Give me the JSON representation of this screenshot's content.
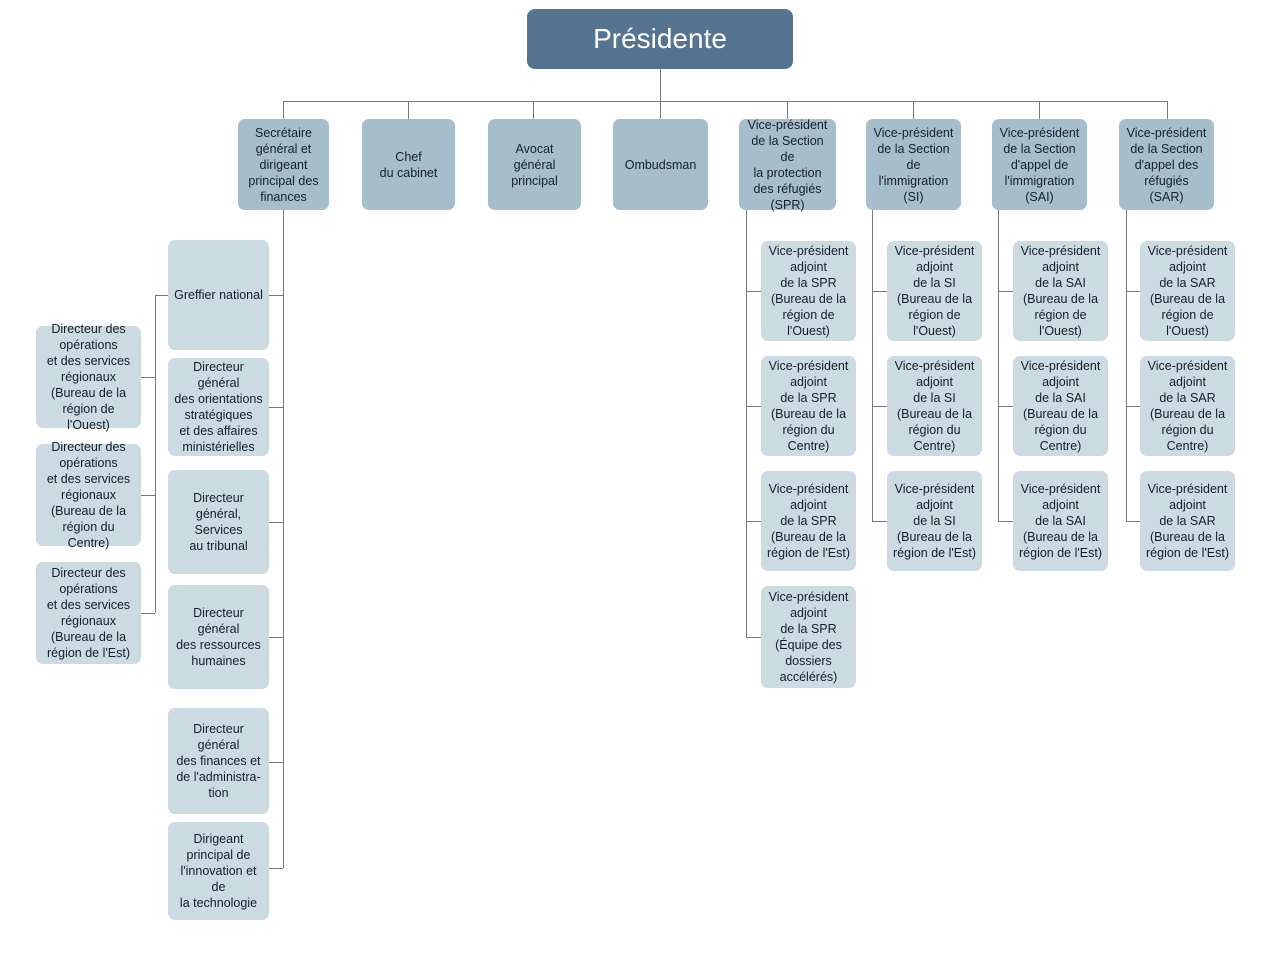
{
  "chart_meta": {
    "type": "organization-chart",
    "language": "fr",
    "title": "Présidente",
    "colors": {
      "root_box": "#547492",
      "executive_box": "#a6bdcb",
      "sub_box": "#ccdae2",
      "connector": "#74797c",
      "root_text": "#ffffff",
      "body_text": "#16202a",
      "background": "#ffffff"
    }
  },
  "root": {
    "label": "Présidente"
  },
  "executives": [
    {
      "id": "sg",
      "label": "Secrétaire\ngénéral et\ndirigeant\nprincipal des\nfinances"
    },
    {
      "id": "chef",
      "label": "Chef\ndu cabinet"
    },
    {
      "id": "avocat",
      "label": "Avocat\ngénéral\nprincipal"
    },
    {
      "id": "ombudsman",
      "label": "Ombudsman"
    },
    {
      "id": "vp-spr",
      "label": "Vice-président\nde la Section de\nla protection\ndes réfugiés\n(SPR)"
    },
    {
      "id": "vp-si",
      "label": "Vice-président\nde la Section\nde l'immigration\n(SI)"
    },
    {
      "id": "vp-sai",
      "label": "Vice-président\nde la Section\nd'appel de\nl'immigration\n(SAI)"
    },
    {
      "id": "vp-sar",
      "label": "Vice-président\nde la Section\nd'appel des\nréfugiés\n(SAR)"
    }
  ],
  "secretariat_directorates": [
    {
      "id": "greffier",
      "label": "Greffier national"
    },
    {
      "id": "dg-orient",
      "label": "Directeur général\ndes orientations\nstratégiques\net des affaires\nministérielles"
    },
    {
      "id": "dg-tribunal",
      "label": "Directeur général,\nServices\nau tribunal"
    },
    {
      "id": "dg-rh",
      "label": "Directeur général\ndes ressources\nhumaines"
    },
    {
      "id": "dg-fin",
      "label": "Directeur général\ndes finances et\nde l'administra-\ntion"
    },
    {
      "id": "dpi-tech",
      "label": "Dirigeant\nprincipal de\nl'innovation et de\nla technologie"
    }
  ],
  "regional_operations": [
    {
      "id": "dops-ouest",
      "label": "Directeur des\nopérations\net des services\nrégionaux\n(Bureau de la\nrégion de l'Ouest)"
    },
    {
      "id": "dops-centre",
      "label": "Directeur des\nopérations\net des services\nrégionaux\n(Bureau de la\nrégion du Centre)"
    },
    {
      "id": "dops-est",
      "label": "Directeur des\nopérations\net des services\nrégionaux\n(Bureau de la\nrégion de l'Est)"
    }
  ],
  "spr_deputies": [
    {
      "id": "spr-ouest",
      "label": "Vice-président\nadjoint\nde la SPR\n(Bureau de la\nrégion de l'Ouest)"
    },
    {
      "id": "spr-centre",
      "label": "Vice-président\nadjoint\nde la SPR\n(Bureau de la\nrégion du Centre)"
    },
    {
      "id": "spr-est",
      "label": "Vice-président\nadjoint\nde la SPR\n(Bureau de la\nrégion de l'Est)"
    },
    {
      "id": "spr-accel",
      "label": "Vice-président\nadjoint\nde la SPR\n(Équipe des\ndossiers\naccélérés)"
    }
  ],
  "si_deputies": [
    {
      "id": "si-ouest",
      "label": "Vice-président\nadjoint\nde la SI\n(Bureau de la\nrégion de l'Ouest)"
    },
    {
      "id": "si-centre",
      "label": "Vice-président\nadjoint\nde la SI\n(Bureau de la\nrégion du Centre)"
    },
    {
      "id": "si-est",
      "label": "Vice-président\nadjoint\nde la SI\n(Bureau de la\nrégion de l'Est)"
    }
  ],
  "sai_deputies": [
    {
      "id": "sai-ouest",
      "label": "Vice-président\nadjoint\nde la SAI\n(Bureau de la\nrégion de l'Ouest)"
    },
    {
      "id": "sai-centre",
      "label": "Vice-président\nadjoint\nde la SAI\n(Bureau de la\nrégion du Centre)"
    },
    {
      "id": "sai-est",
      "label": "Vice-président\nadjoint\nde la SAI\n(Bureau de la\nrégion de l'Est)"
    }
  ],
  "sar_deputies": [
    {
      "id": "sar-ouest",
      "label": "Vice-président\nadjoint\nde la SAR\n(Bureau de la\nrégion de l'Ouest)"
    },
    {
      "id": "sar-centre",
      "label": "Vice-président\nadjoint\nde la SAR\n(Bureau de la\nrégion du Centre)"
    },
    {
      "id": "sar-est",
      "label": "Vice-président\nadjoint\nde la SAR\n(Bureau de la\nrégion de l'Est)"
    }
  ]
}
